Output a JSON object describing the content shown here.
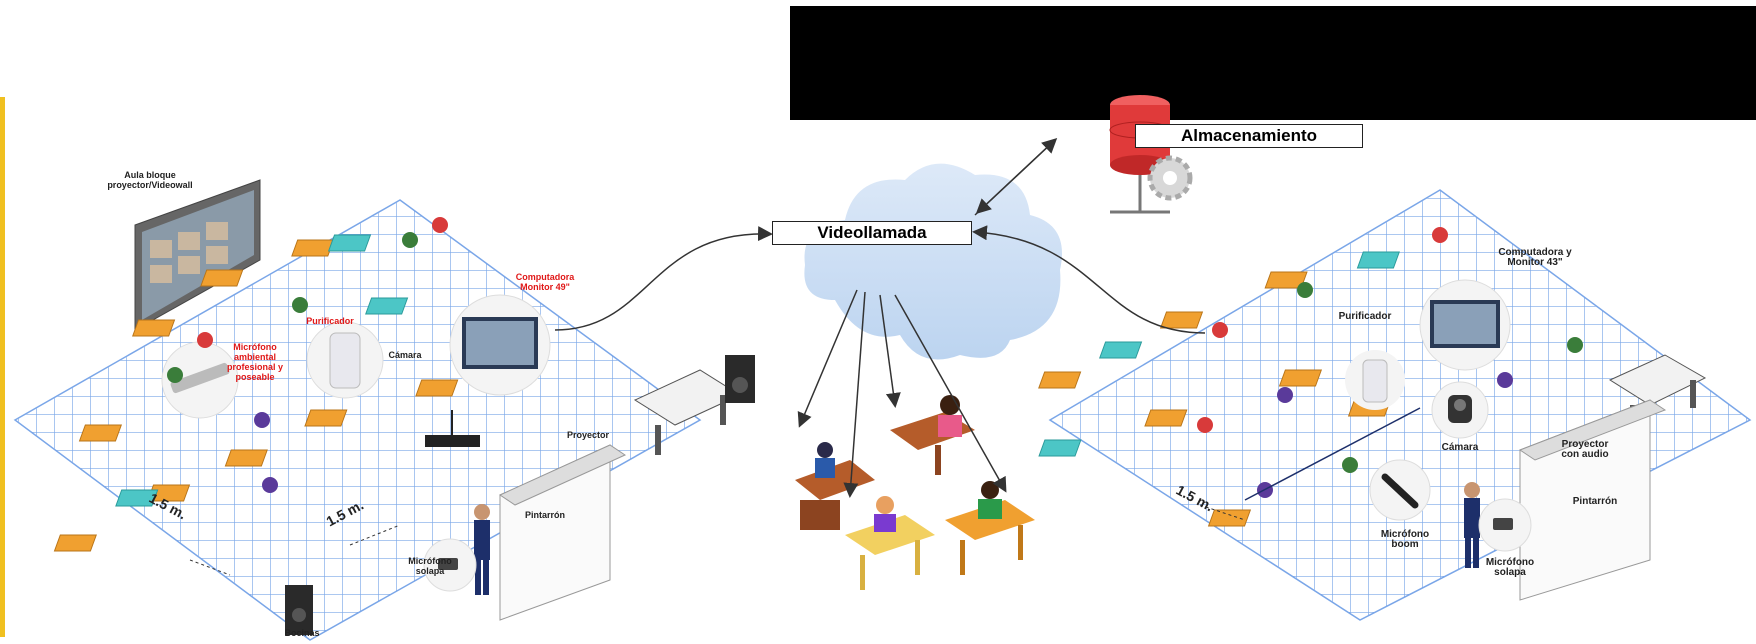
{
  "labels": {
    "videollamada": "Videollamada",
    "almacenamiento": "Almacenamiento"
  },
  "left_room": {
    "aula": "Aula bloque\nproyector/Videowall",
    "computadora": "Computadora\nMonitor 49\"",
    "purificador": "Purificador",
    "camara": "Cámara",
    "microfono_ambiental": "Micrófono\nambiental\nprofesional y\nposeable",
    "proyector": "Proyector",
    "pintarron": "Pintarrón",
    "microfono_solapa": "Micrófono\nsolapa",
    "bocinas": "Bocinas",
    "dist1": "1.5 m.",
    "dist2": "1.5 m."
  },
  "right_room": {
    "computadora": "Computadora y\nMonitor 43\"",
    "purificador": "Purificador",
    "camara": "Cámara",
    "proyector": "Proyector\ncon audio",
    "pintarron": "Pintarrón",
    "microfono_boom": "Micrófono\nboom",
    "microfono_solapa": "Micrófono\nsolapa",
    "dist": "1.5 m."
  },
  "colors": {
    "grid": "#7aa6e8",
    "cloud": "#cfe2f7",
    "db_red": "#e03a3a",
    "desk_orange": "#f0a030",
    "desk_teal": "#4cc6c6",
    "accent_yellow": "#f0c020"
  }
}
